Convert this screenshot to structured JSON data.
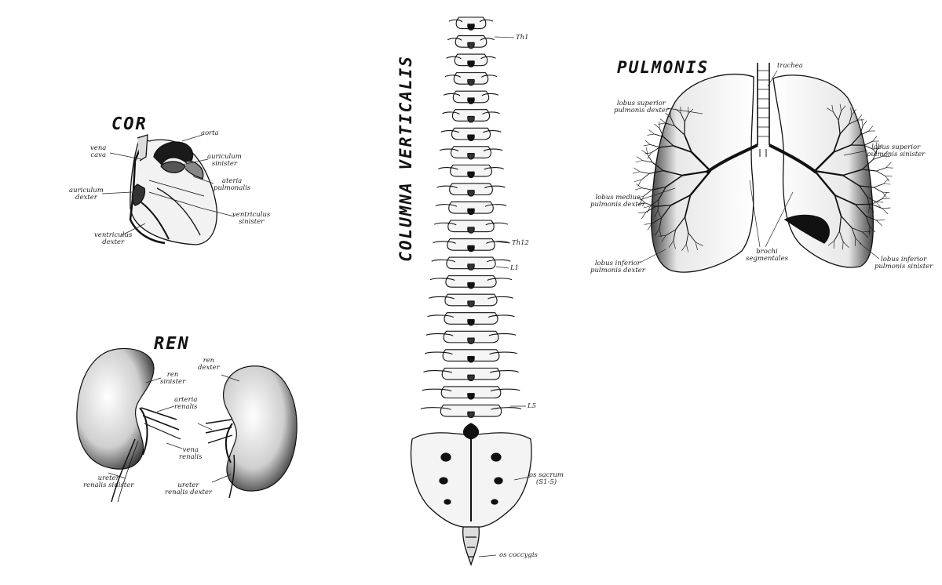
{
  "titles": {
    "cor": "COR",
    "ren": "REN",
    "spine": "COLUMNA VERTICALIS",
    "pulmonis": "PULMONIS"
  },
  "heart_labels": {
    "aorta": "aorta",
    "vena_cava": [
      "vena",
      "cava"
    ],
    "auriculum_sinister": [
      "auriculum",
      "sinister"
    ],
    "ateria_pulmonalis": [
      "ateria",
      "pulmonalis"
    ],
    "auriculum_dexter": [
      "auriculum",
      "dexter"
    ],
    "ventriculus_sinister": [
      "ventriculus",
      "sinister"
    ],
    "ventriculus_dexter": [
      "ventriculus",
      "dexter"
    ]
  },
  "kidney_labels": {
    "ren_sinister": [
      "ren",
      "sinister"
    ],
    "ren_dexter": [
      "ren",
      "dexter"
    ],
    "arteria_renalis": [
      "arteria",
      "renalis"
    ],
    "vena_renalis": [
      "vena",
      "renalis"
    ],
    "ureter_renalis_sinister": [
      "ureter",
      "renalis sinister"
    ],
    "ureter_renalis_dexter": [
      "ureter",
      "renalis dexter"
    ]
  },
  "spine_labels": {
    "th1": "Th1",
    "th12": "Th12",
    "l1": "L1",
    "l5": "L5",
    "os_sacrum": [
      "os sacrum",
      "(S1-5)"
    ],
    "os_coccygis": "os coccygis"
  },
  "lung_labels": {
    "trachea": "trachea",
    "lobus_superior_dexter": [
      "lobus superior",
      "pulmonis dexter"
    ],
    "lobus_superior_sinister": [
      "lobus superior",
      "pulmonis sinister"
    ],
    "lobus_medius_dexter": [
      "lobus medius",
      "pulmonis dexter"
    ],
    "brochi_segmentales": [
      "brochi",
      "segmentales"
    ],
    "lobus_inferior_dexter": [
      "lobus inferior",
      "pulmonis dexter"
    ],
    "lobus_inferior_sinister": [
      "lobus inferior",
      "pulmonis sinister"
    ]
  }
}
